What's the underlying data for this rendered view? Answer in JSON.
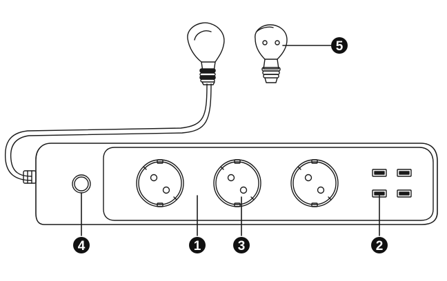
{
  "callouts": {
    "c1": "1",
    "c2": "2",
    "c3": "3",
    "c4": "4",
    "c5": "5"
  },
  "colors": {
    "line": "#1a1a1a",
    "badge_fill": "#111111",
    "badge_text": "#ffffff",
    "background": "#ffffff"
  },
  "icons": {
    "plug": "schuko-plug-icon",
    "socket": "schuko-socket-icon",
    "usb": "usb-port-icon",
    "switch": "power-switch-icon"
  }
}
